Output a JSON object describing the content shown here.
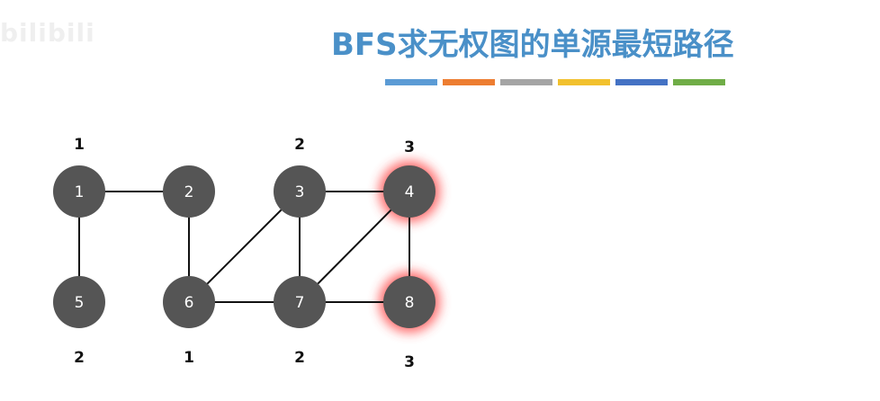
{
  "watermark": "bilibili",
  "title": {
    "text": "BFS求无权图的单源最短路径",
    "color": "#4a90c8"
  },
  "color_bar": [
    "#5b9bd5",
    "#ed7d31",
    "#a5a5a5",
    "#f2c12e",
    "#4472c4",
    "#70ad47"
  ],
  "graph": {
    "node_color": "#555555",
    "label_color": "#ffffff",
    "highlight_color": "#ff3b3b",
    "nodes": [
      {
        "id": "1",
        "distance": "1",
        "highlighted": false
      },
      {
        "id": "2",
        "distance": "",
        "highlighted": false
      },
      {
        "id": "3",
        "distance": "2",
        "highlighted": false
      },
      {
        "id": "4",
        "distance": "3",
        "highlighted": true
      },
      {
        "id": "5",
        "distance": "2",
        "highlighted": false
      },
      {
        "id": "6",
        "distance": "1",
        "highlighted": false
      },
      {
        "id": "7",
        "distance": "2",
        "highlighted": false
      },
      {
        "id": "8",
        "distance": "3",
        "highlighted": true
      }
    ],
    "edges": [
      [
        "1",
        "2"
      ],
      [
        "1",
        "5"
      ],
      [
        "2",
        "6"
      ],
      [
        "3",
        "4"
      ],
      [
        "3",
        "6"
      ],
      [
        "3",
        "7"
      ],
      [
        "4",
        "7"
      ],
      [
        "4",
        "8"
      ],
      [
        "6",
        "7"
      ],
      [
        "7",
        "8"
      ]
    ]
  }
}
